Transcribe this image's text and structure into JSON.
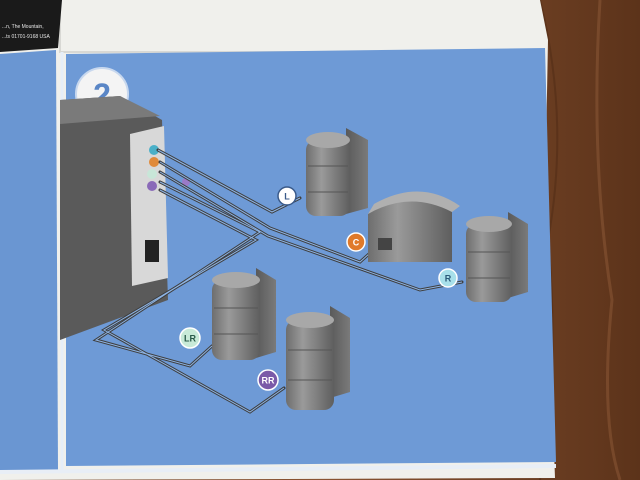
{
  "photo": {
    "step_number": "2",
    "corner_print": [
      "...n, The Mountain,",
      "...ts 01701-9168 USA"
    ]
  },
  "speakers": [
    {
      "name": "left-front-speaker",
      "label": "L",
      "badge_color": "#ffffff",
      "text_color": "#3a5a8a"
    },
    {
      "name": "center-speaker",
      "label": "C",
      "badge_color": "#e07a2a",
      "text_color": "#ffffff"
    },
    {
      "name": "right-front-speaker",
      "label": "R",
      "badge_color": "#a8e0ea",
      "text_color": "#2a5a7a"
    },
    {
      "name": "left-rear-speaker",
      "label": "LR",
      "badge_color": "#c8ead8",
      "text_color": "#2a5a4a"
    },
    {
      "name": "right-rear-speaker",
      "label": "RR",
      "badge_color": "#7a5aa8",
      "text_color": "#ffffff"
    }
  ],
  "colors": {
    "panel_blue": "#6e9ad6",
    "paper_white": "#f2f2ee",
    "speaker_gray": "#8a8a8a",
    "cable_gray": "#4a4a4a",
    "wood": "#7a4a2a"
  }
}
